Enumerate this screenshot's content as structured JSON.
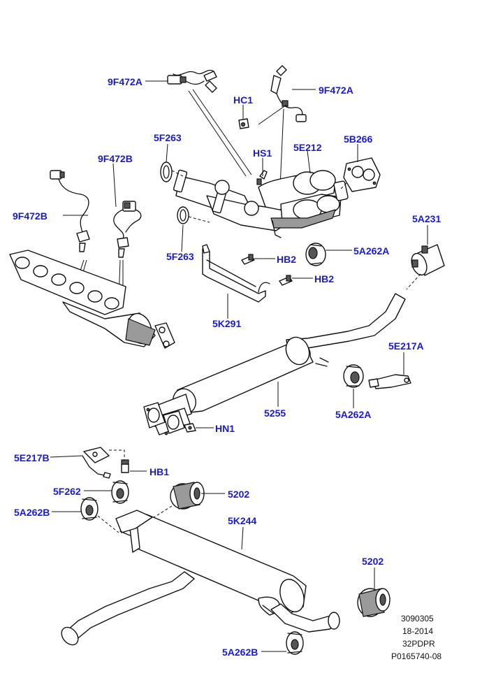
{
  "labels": {
    "l_9F472A_left": "9F472A",
    "l_9F472A_right": "9F472A",
    "l_HC1": "HC1",
    "l_5F263_top": "5F263",
    "l_HS1": "HS1",
    "l_5E212": "5E212",
    "l_5B266": "5B266",
    "l_9F472B_top": "9F472B",
    "l_9F472B_left": "9F472B",
    "l_5F263_bottom": "5F263",
    "l_5A262A_top": "5A262A",
    "l_5A231": "5A231",
    "l_HB2_a": "HB2",
    "l_HB2_b": "HB2",
    "l_5K291": "5K291",
    "l_5E217A": "5E217A",
    "l_5255": "5255",
    "l_5A262A_mid": "5A262A",
    "l_HN1": "HN1",
    "l_5E217B": "5E217B",
    "l_HB1": "HB1",
    "l_5F262": "5F262",
    "l_5202_top": "5202",
    "l_5A262B_left": "5A262B",
    "l_5K244": "5K244",
    "l_5202_bottom": "5202",
    "l_5A262B_bottom": "5A262B"
  },
  "reference_block": [
    "3090305",
    "18-2014",
    "32PDPR",
    "P0165740-08"
  ],
  "colors": {
    "callout": "#1a1ad6",
    "line": "#111111",
    "shade": "#9a9a9a",
    "background": "#ffffff"
  }
}
